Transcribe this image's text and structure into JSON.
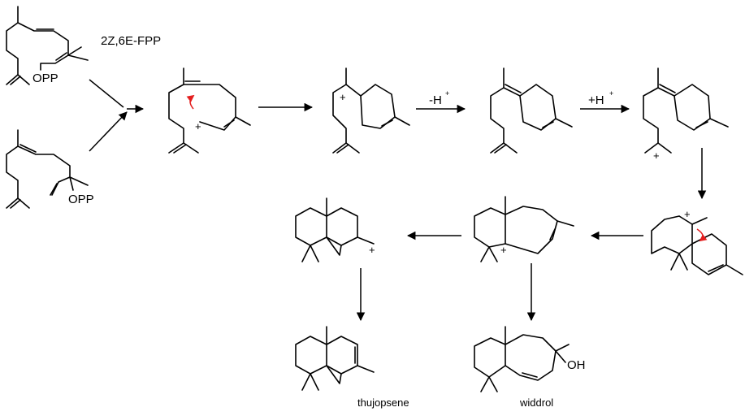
{
  "labels": {
    "fpp_name": "2Z,6E-FPP",
    "opp_1": "OPP",
    "opp_2": "OPP",
    "minus_h": "-H",
    "plus_h": "+H",
    "oh": "OH",
    "thujopsene": "thujopsene",
    "widdrol": "widdrol"
  },
  "colors": {
    "bond": "#000000",
    "electron_arrow": "#e41e1e"
  }
}
